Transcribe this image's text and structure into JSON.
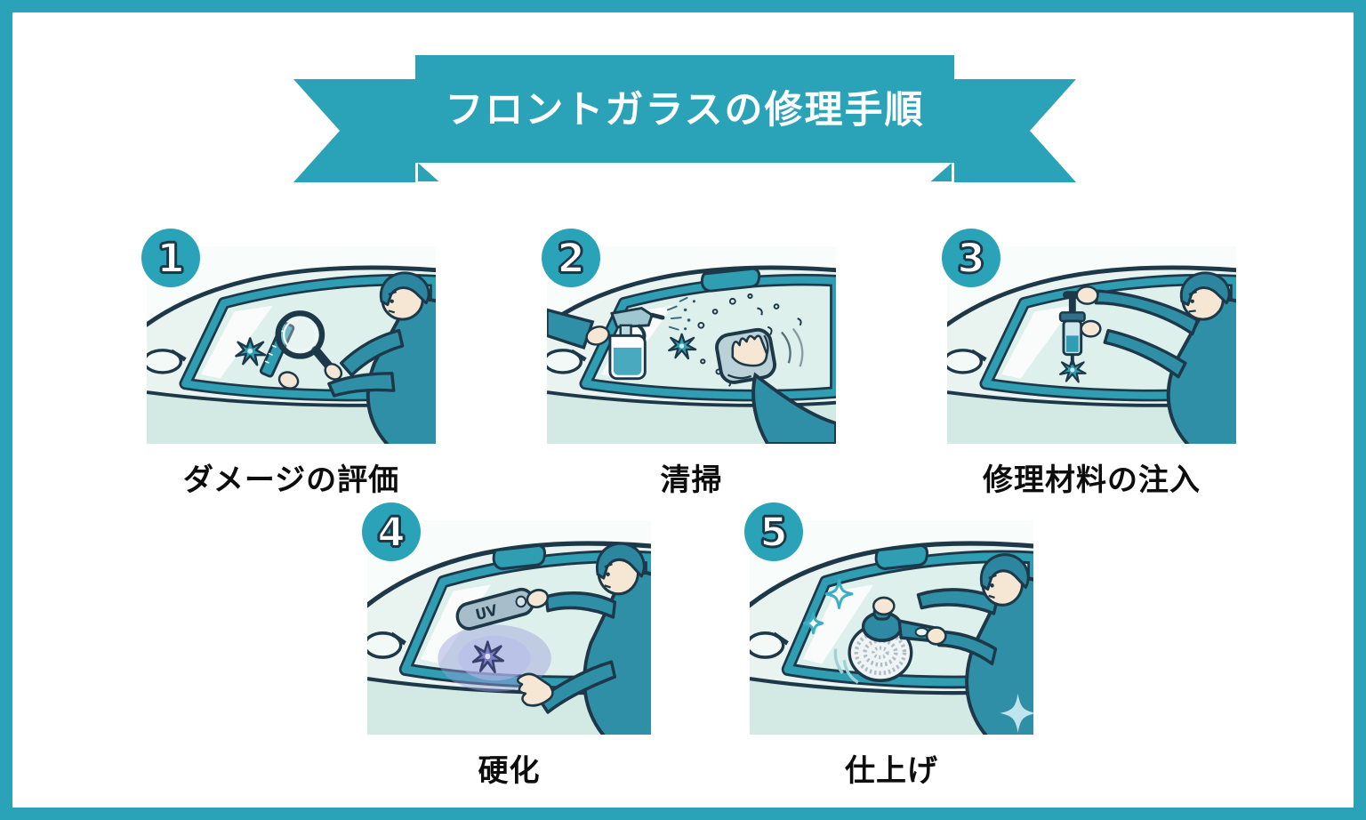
{
  "page": {
    "frame_color": "#2aa2b8",
    "background": "#ffffff"
  },
  "banner": {
    "title": "フロントガラスの修理手順",
    "ribbon_color": "#2aa2b8",
    "text_color": "#ffffff"
  },
  "steps": [
    {
      "number": "1",
      "label": "ダメージの評価",
      "illustration": "magnifier-inspection"
    },
    {
      "number": "2",
      "label": "清掃",
      "illustration": "spray-and-wipe"
    },
    {
      "number": "3",
      "label": "修理材料の注入",
      "illustration": "resin-injection"
    },
    {
      "number": "4",
      "label": "硬化",
      "device_label": "UV",
      "illustration": "uv-curing"
    },
    {
      "number": "5",
      "label": "仕上げ",
      "illustration": "polishing"
    }
  ],
  "colors": {
    "accent": "#2aa2b8",
    "outline": "#1d3848",
    "glass": "#def0ec",
    "windshield_frame": "#2f9db2",
    "jacket": "#2f8fa6",
    "skin": "#f6e7d5",
    "uv_glow": "#9aa0db",
    "label_text": "#0d0d0d"
  }
}
